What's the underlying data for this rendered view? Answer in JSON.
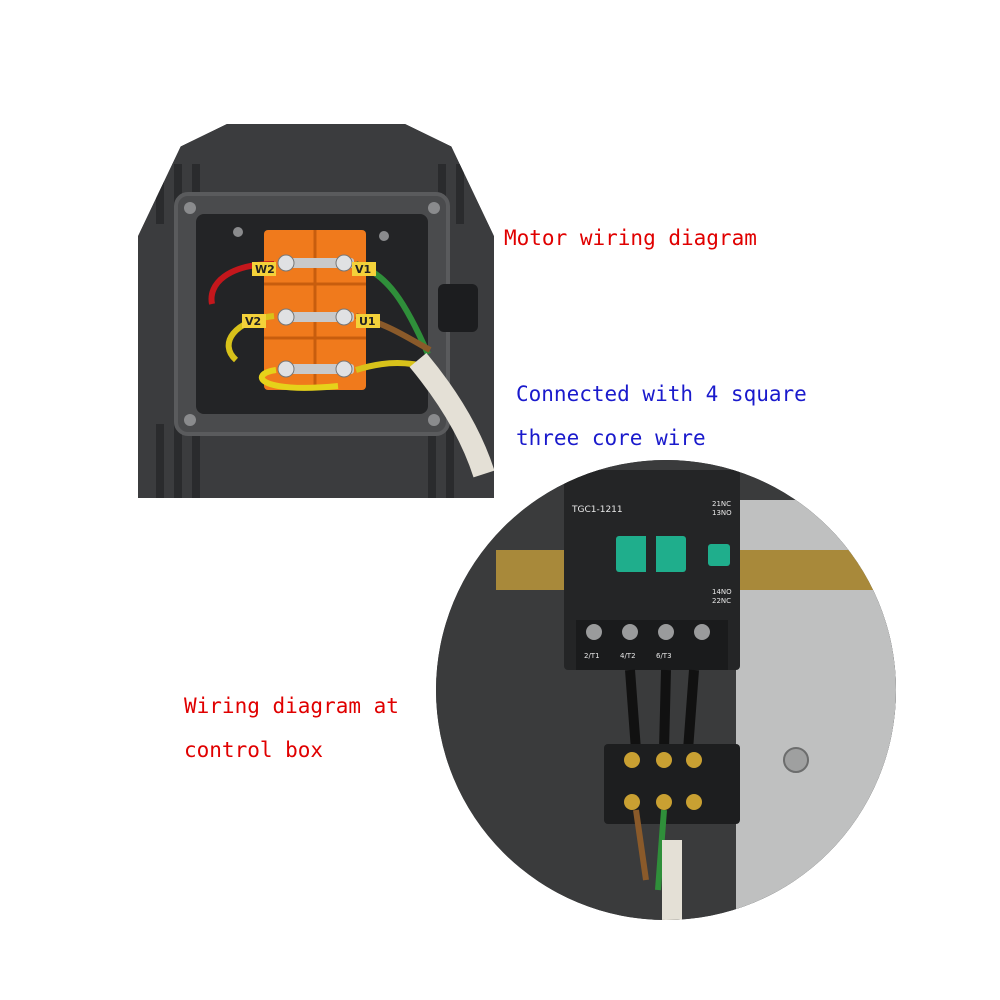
{
  "captions": {
    "motor": "Motor wiring diagram",
    "wire_line1": "Connected with 4 square",
    "wire_line2": "three core wire",
    "box_line1": "Wiring diagram at",
    "box_line2": "control box"
  },
  "motor_terminals": {
    "w2": "W2",
    "v1": "V1",
    "v2": "V2",
    "u1": "U1"
  },
  "contactor": {
    "model": "TGC1-1211",
    "aux_top": "21NC 13NO",
    "aux_top_line1": "21NC",
    "aux_top_line2": "13NO",
    "aux_bottom_line1": "14NO",
    "aux_bottom_line2": "22NC",
    "t1": "2/T1",
    "t2": "4/T2",
    "t3": "6/T3"
  },
  "colors": {
    "caption_red": "#e00000",
    "caption_blue": "#1a1acc",
    "terminal_orange": "#f07a1c",
    "contactor_green": "#1fae8c"
  }
}
